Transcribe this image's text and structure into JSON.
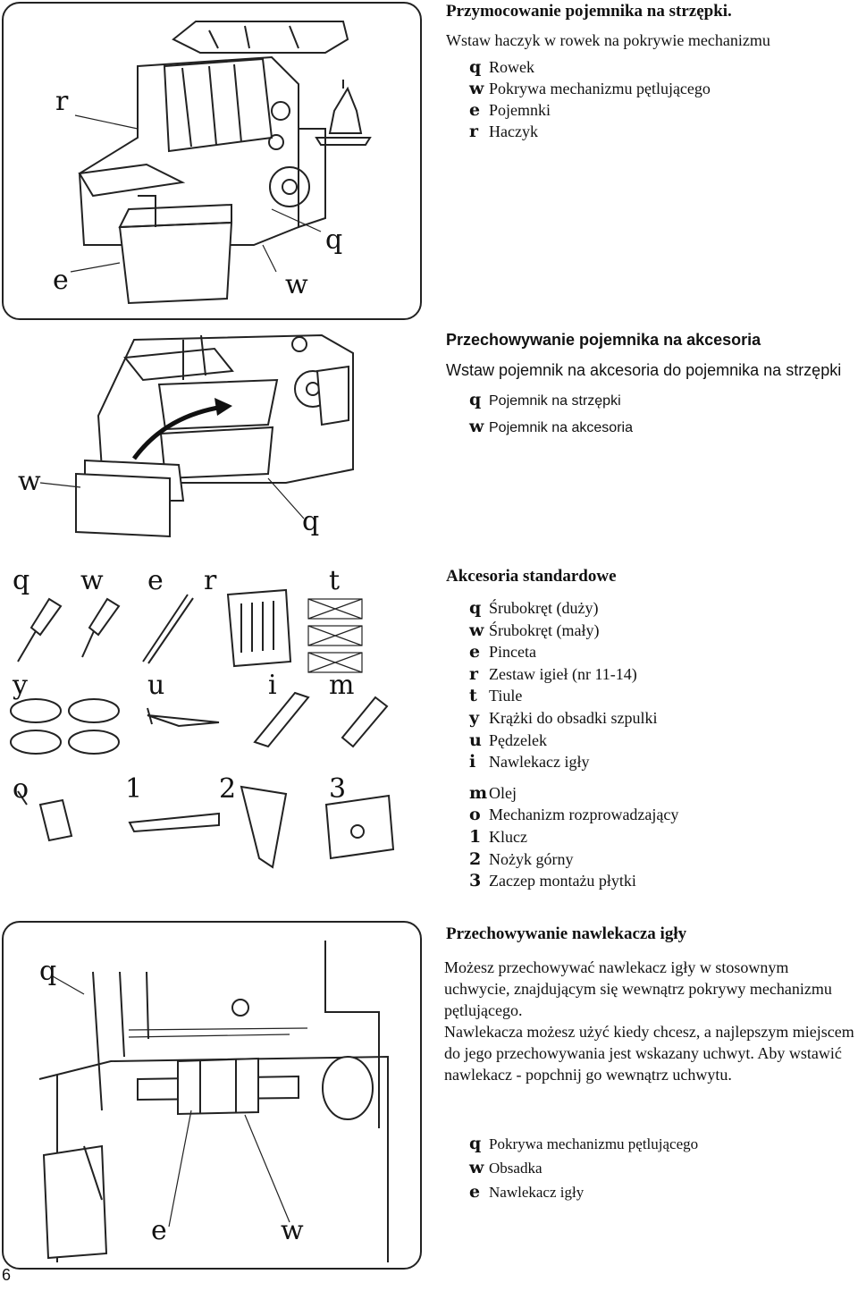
{
  "section1": {
    "heading": "Przymocowanie pojemnika na strzępki.",
    "intro": "Wstaw haczyk w rowek na pokrywie mechanizmu",
    "items": [
      {
        "key": "q",
        "label": "Rowek"
      },
      {
        "key": "w",
        "label": "Pokrywa mechanizmu pętlującego"
      },
      {
        "key": "e",
        "label": "Pojemnki"
      },
      {
        "key": "r",
        "label": "Haczyk"
      }
    ],
    "figure_labels": {
      "r": "r",
      "q": "q",
      "e": "e",
      "w": "w"
    }
  },
  "section2": {
    "heading": "Przechowywanie pojemnika na akcesoria",
    "intro": "Wstaw pojemnik na akcesoria do pojemnika na strzępki",
    "items": [
      {
        "key": "q",
        "label": "Pojemnik na strzępki"
      },
      {
        "key": "w",
        "label": "Pojemnik na akcesoria"
      }
    ],
    "figure_labels": {
      "w": "w",
      "q": "q"
    }
  },
  "section3": {
    "heading": "Akcesoria standardowe",
    "items": [
      {
        "key": "q",
        "label": "Śrubokręt (duży)"
      },
      {
        "key": "w",
        "label": "Śrubokręt (mały)"
      },
      {
        "key": "e",
        "label": "Pinceta"
      },
      {
        "key": "r",
        "label": "Zestaw igieł (nr 11-14)"
      },
      {
        "key": "t",
        "label": "Tiule"
      },
      {
        "key": "y",
        "label": "Krążki do obsadki szpulki"
      },
      {
        "key": "u",
        "label": "Pędzelek"
      },
      {
        "key": "i",
        "label": "Nawlekacz igły"
      },
      {
        "key": "m",
        "label": "Olej"
      },
      {
        "key": "o",
        "label": "Mechanizm rozprowadzający"
      },
      {
        "key": "1",
        "label": "Klucz"
      },
      {
        "key": "2",
        "label": "Nożyk górny"
      },
      {
        "key": "3",
        "label": "Zaczep montażu płytki"
      }
    ],
    "figure_labels": [
      "q",
      "w",
      "e",
      "r",
      "t",
      "y",
      "u",
      "i",
      "m",
      "o",
      "1",
      "2",
      "3"
    ]
  },
  "section4": {
    "heading": "Przechowywanie nawlekacza igły",
    "para1": "Możesz przechowywać nawlekacz igły w stosownym uchwycie, znajdującym się wewnątrz pokrywy mechanizmu pętlującego.",
    "para2": "Nawlekacza możesz użyć kiedy chcesz, a najlepszym miejscem do jego przechowywania jest wskazany uchwyt. Aby wstawić nawlekacz - popchnij go wewnątrz uchwytu.",
    "items": [
      {
        "key": "q",
        "label": "Pokrywa mechanizmu pętlującego"
      },
      {
        "key": "w",
        "label": "Obsadka"
      },
      {
        "key": "e",
        "label": "Nawlekacz igły"
      }
    ],
    "figure_labels": {
      "q": "q",
      "e": "e",
      "w": "w"
    }
  },
  "page_number": "6"
}
